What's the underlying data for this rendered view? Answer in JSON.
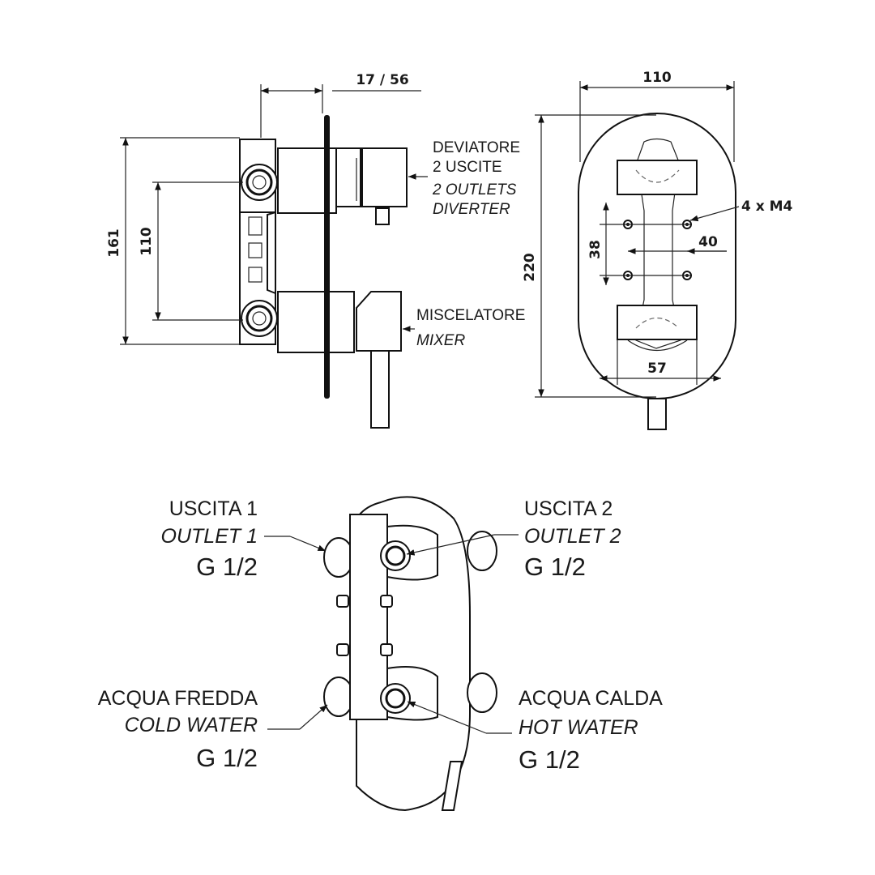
{
  "side_view": {
    "dim_depth": "17 / 56",
    "dim_height": "161",
    "dim_spacing": "110"
  },
  "front_view": {
    "dim_width": "110",
    "dim_height": "220",
    "dim_holes_v": "38",
    "dim_holes_h": "40",
    "dim_bottom": "57",
    "screws": "4 x M4"
  },
  "labels": {
    "diverter_it_1": "DEVIATORE",
    "diverter_it_2": "2 USCITE",
    "diverter_en_1": "2 OUTLETS",
    "diverter_en_2": "DIVERTER",
    "mixer_it": "MISCELATORE",
    "mixer_en": "MIXER",
    "outlet1_it": "USCITA 1",
    "outlet1_en": "OUTLET 1",
    "outlet1_g": "G 1/2",
    "outlet2_it": "USCITA 2",
    "outlet2_en": "OUTLET 2",
    "outlet2_g": "G 1/2",
    "cold_it": "ACQUA FREDDA",
    "cold_en": "COLD WATER",
    "cold_g": "G 1/2",
    "hot_it": "ACQUA CALDA",
    "hot_en": "HOT WATER",
    "hot_g": "G 1/2"
  }
}
